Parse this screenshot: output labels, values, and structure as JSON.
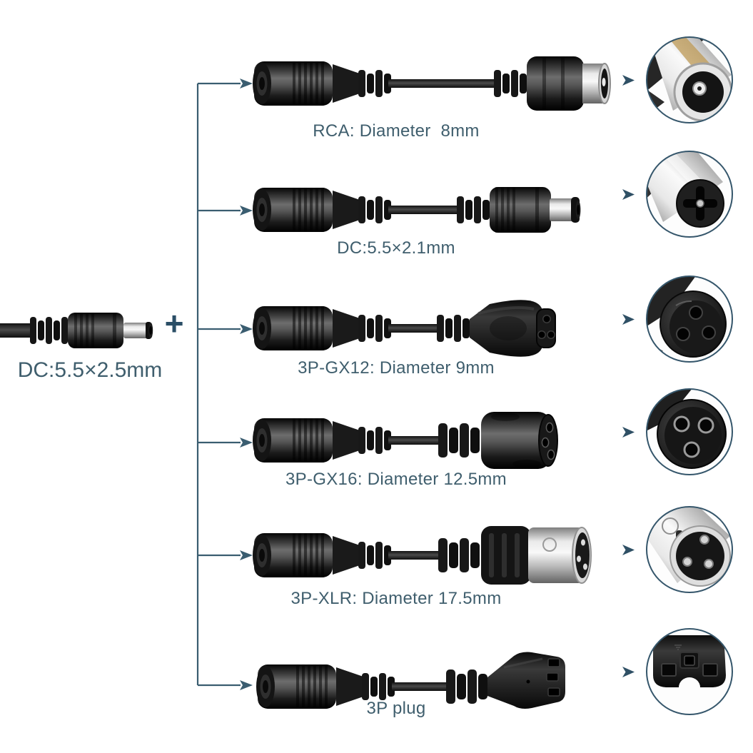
{
  "colors": {
    "accent_line": "#3a5d70",
    "label_text": "#3f5e6d",
    "circle_border": "#35566b"
  },
  "source_plug": {
    "label": "DC:5.5×2.5mm",
    "icon": "dc-5525-male-plug"
  },
  "plus_sign": "+",
  "adapters": [
    {
      "label": "RCA: Diameter  8mm",
      "connector_icon": "rca-male-connector",
      "detail_icon": "rca-plug-closeup"
    },
    {
      "label": "DC:5.5×2.1mm",
      "connector_icon": "dc-5521-male-connector",
      "detail_icon": "dc-5521-tip-closeup"
    },
    {
      "label": "3P-GX12: Diameter 9mm",
      "connector_icon": "gx12-3pin-female-connector",
      "detail_icon": "gx12-socket-closeup"
    },
    {
      "label": "3P-GX16: Diameter 12.5mm",
      "connector_icon": "gx16-3pin-female-connector",
      "detail_icon": "gx16-socket-closeup"
    },
    {
      "label": "3P-XLR: Diameter 17.5mm",
      "connector_icon": "xlr-3pin-male-connector",
      "detail_icon": "xlr-pins-closeup"
    },
    {
      "label": "3P plug",
      "connector_icon": "iec-3p-connector",
      "detail_icon": "iec-3p-socket-closeup"
    }
  ]
}
